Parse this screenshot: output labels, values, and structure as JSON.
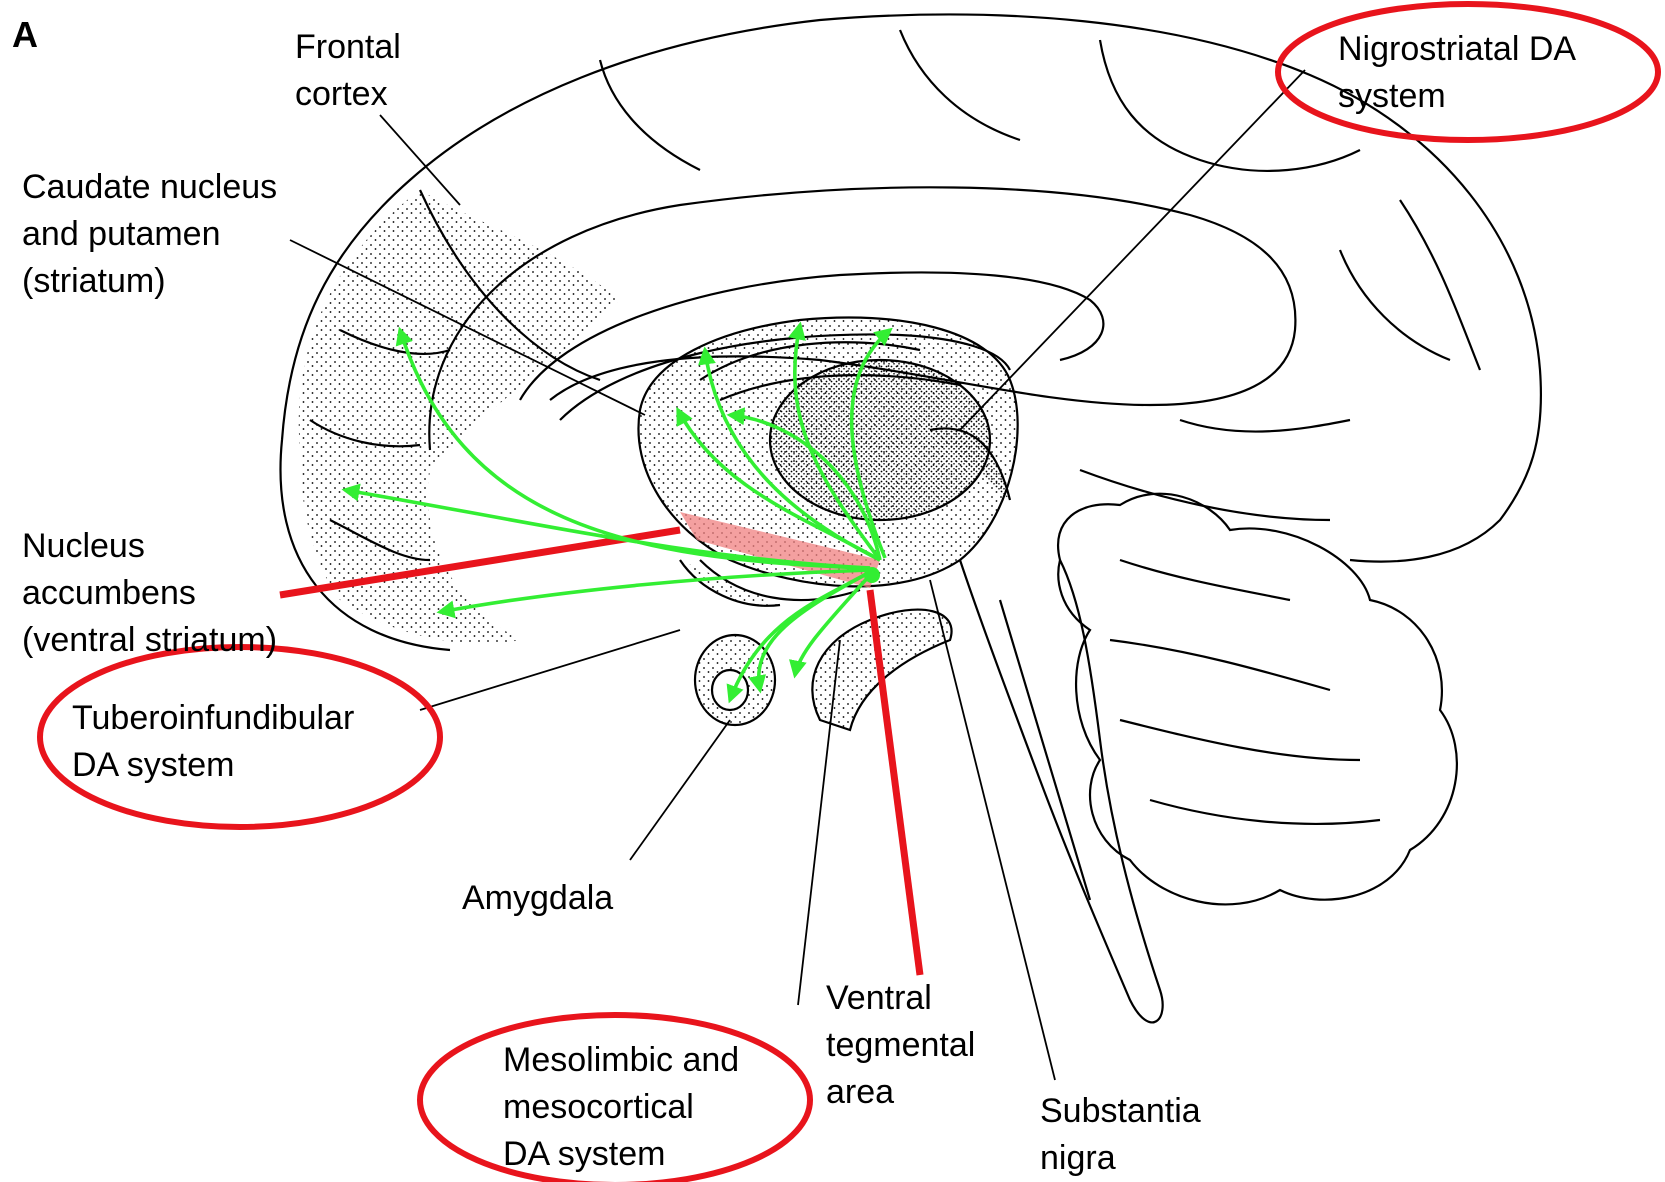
{
  "panel_letter": "A",
  "labels": {
    "frontal_cortex": [
      "Frontal",
      "cortex"
    ],
    "nigrostriatal": [
      "Nigrostriatal DA",
      "system"
    ],
    "caudate": [
      "Caudate nucleus",
      "and putamen",
      "(striatum)"
    ],
    "nucleus_accumbens": [
      "Nucleus",
      "accumbens",
      "(ventral striatum)"
    ],
    "tuberoinfundibular": [
      "Tuberoinfundibular",
      "DA system"
    ],
    "amygdala": [
      "Amygdala"
    ],
    "ventral_tegmental": [
      "Ventral",
      "tegmental",
      "area"
    ],
    "mesolimbic": [
      "Mesolimbic and",
      "mesocortical",
      "DA system"
    ],
    "substantia_nigra": [
      "Substantia",
      "nigra"
    ]
  },
  "colors": {
    "outline": "#000000",
    "dopamine_pathway": "#33ee33",
    "highlight_ring": "#e8141c",
    "highlight_band": "#f08080"
  }
}
